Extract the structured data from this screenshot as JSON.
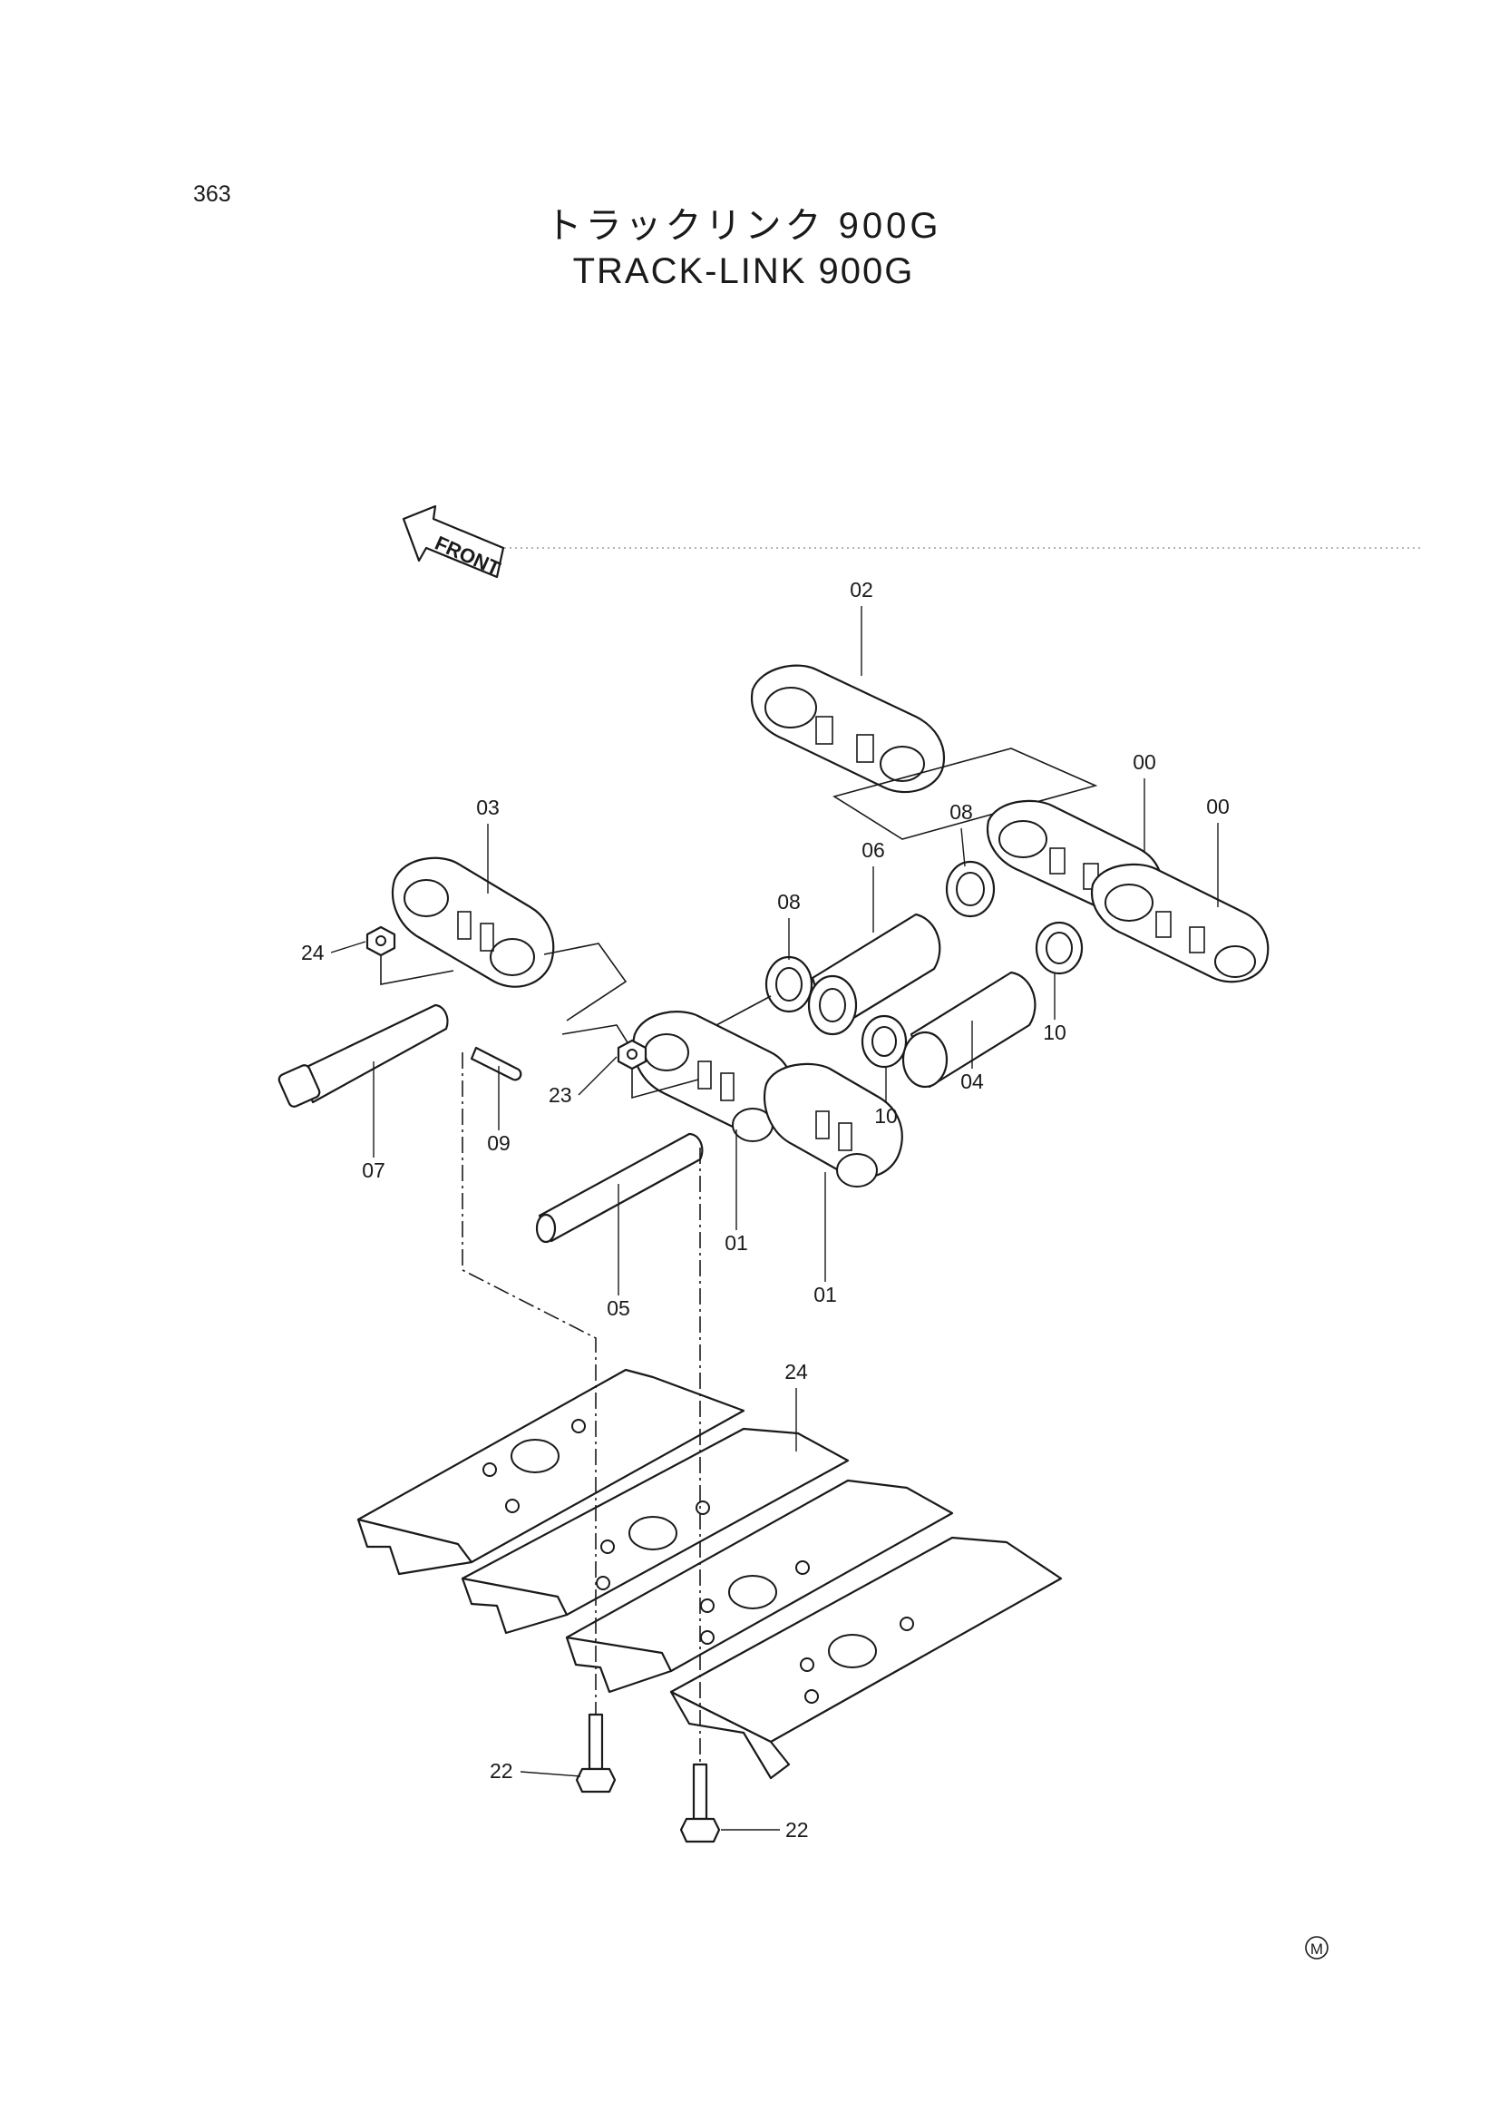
{
  "page_number": "363",
  "title_jp": "トラックリンク 900G",
  "title_en": "TRACK-LINK 900G",
  "front_label": "FRONT",
  "corner_mark": "M",
  "parts": {
    "p02": "02",
    "p00a": "00",
    "p00b": "00",
    "p03": "03",
    "p08a": "08",
    "p06": "06",
    "p08b": "08",
    "p24a": "24",
    "p10a": "10",
    "p04": "04",
    "p23": "23",
    "p10b": "10",
    "p09": "09",
    "p07": "07",
    "p01a": "01",
    "p01b": "01",
    "p05": "05",
    "p24b": "24",
    "p22a": "22",
    "p22b": "22"
  }
}
